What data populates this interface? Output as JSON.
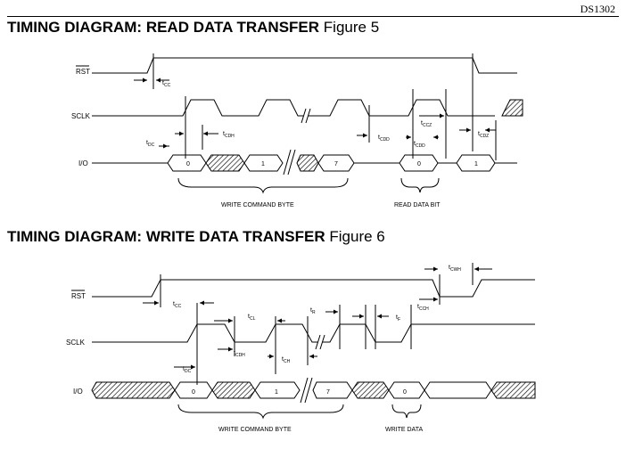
{
  "header": {
    "doc_id": "DS1302"
  },
  "fig5": {
    "title_bold": "TIMING DIAGRAM: READ DATA TRANSFER",
    "title_fig": "Figure 5",
    "signals": {
      "rst": "RST",
      "sclk": "SCLK",
      "io": "I/O"
    },
    "bits": [
      "0",
      "1",
      "7",
      "0",
      "1"
    ],
    "timing": {
      "tcc": {
        "t": "t",
        "s": "CC"
      },
      "tdc": {
        "t": "t",
        "s": "DC"
      },
      "tcdh": {
        "t": "t",
        "s": "CDH"
      },
      "tcdd1": {
        "t": "t",
        "s": "CDD"
      },
      "tccz": {
        "t": "t",
        "s": "CCZ"
      },
      "tcdd2": {
        "t": "t",
        "s": "CDD"
      },
      "tcdz": {
        "t": "t",
        "s": "CDZ"
      }
    },
    "braces": {
      "write": "WRITE COMMAND BYTE",
      "read": "READ DATA BIT"
    }
  },
  "fig6": {
    "title_bold": "TIMING DIAGRAM: WRITE DATA TRANSFER",
    "title_fig": "Figure 6",
    "signals": {
      "rst": "RST",
      "sclk": "SCLK",
      "io": "I/O"
    },
    "bits": [
      "0",
      "1",
      "7",
      "0"
    ],
    "timing": {
      "tcwh": {
        "t": "t",
        "s": "CWH"
      },
      "tcc": {
        "t": "t",
        "s": "CC"
      },
      "tcl": {
        "t": "t",
        "s": "CL"
      },
      "tr": {
        "t": "t",
        "s": "R"
      },
      "tf": {
        "t": "t",
        "s": "F"
      },
      "tcch": {
        "t": "t",
        "s": "CCH"
      },
      "tcdh": {
        "t": "t",
        "s": "CDH"
      },
      "tdc": {
        "t": "t",
        "s": "DC"
      },
      "tch": {
        "t": "t",
        "s": "CH"
      }
    },
    "braces": {
      "write": "WRITE COMMAND BYTE",
      "data": "WRITE DATA"
    }
  }
}
